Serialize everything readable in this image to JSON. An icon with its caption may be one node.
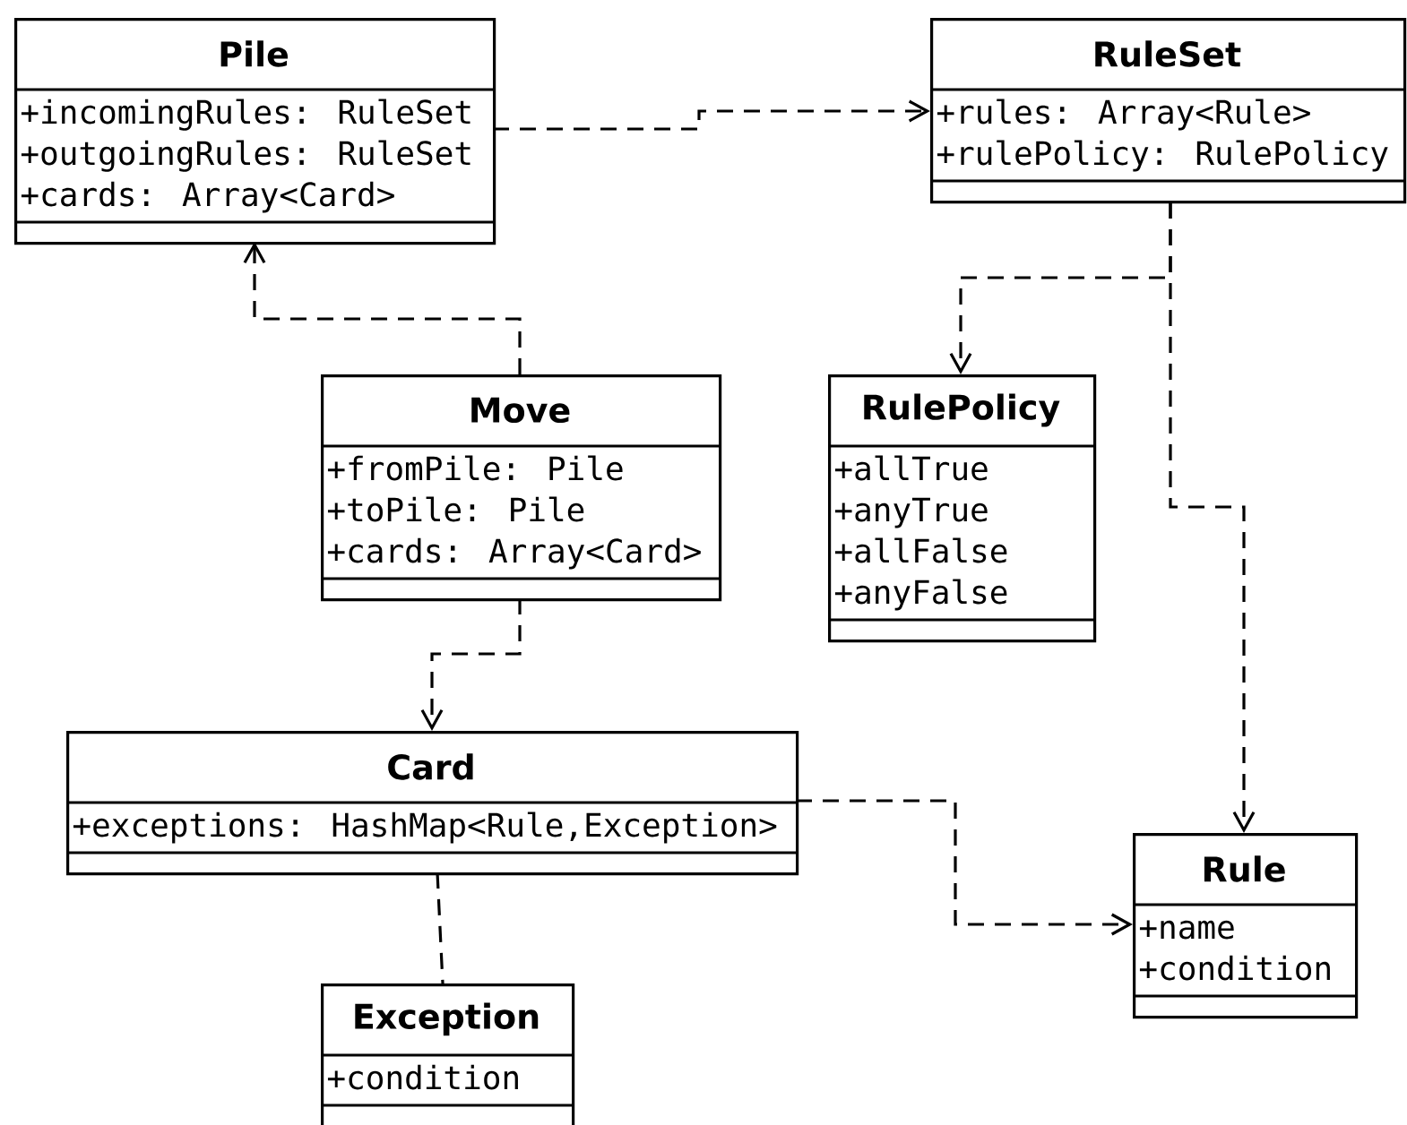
{
  "diagram": {
    "nodes": [
      {
        "text": [
          "Pile",
          "+incomingRules: RuleSet",
          "+outgoingRules: RuleSet",
          "+cards: Array<Card>"
        ]
      },
      {
        "text": [
          "RuleSet",
          "+rules: Array<Rule>",
          "+rulePolicy: RulePolicy"
        ]
      },
      {
        "text": [
          "Move",
          "+fromPile: Pile",
          "+toPile: Pile",
          "+cards: Array<Card>"
        ]
      },
      {
        "text": [
          "RulePolicy",
          "+allTrue",
          "+anyTrue",
          "+allFalse",
          "+anyFalse"
        ]
      },
      {
        "text": [
          "Card",
          "+exceptions: HashMap<Rule,Exception>"
        ]
      },
      {
        "text": [
          "Rule",
          "+name",
          "+condition"
        ]
      },
      {
        "text": [
          "Exception",
          "+condition"
        ]
      }
    ],
    "edges": [
      {
        "from": 0,
        "to": 1,
        "arrow": "to",
        "style": "dashed"
      },
      {
        "from": 2,
        "to": 0,
        "arrow": "to",
        "style": "dashed"
      },
      {
        "from": 1,
        "to": 3,
        "arrow": "to",
        "style": "dashed"
      },
      {
        "from": 1,
        "to": 5,
        "arrow": "to",
        "style": "dashed"
      },
      {
        "from": 2,
        "to": 4,
        "arrow": "to",
        "style": "dashed"
      },
      {
        "from": 4,
        "to": 5,
        "arrow": "to",
        "style": "dashed"
      },
      {
        "from": 4,
        "to": 6,
        "arrow": "none",
        "style": "dashed"
      }
    ]
  }
}
